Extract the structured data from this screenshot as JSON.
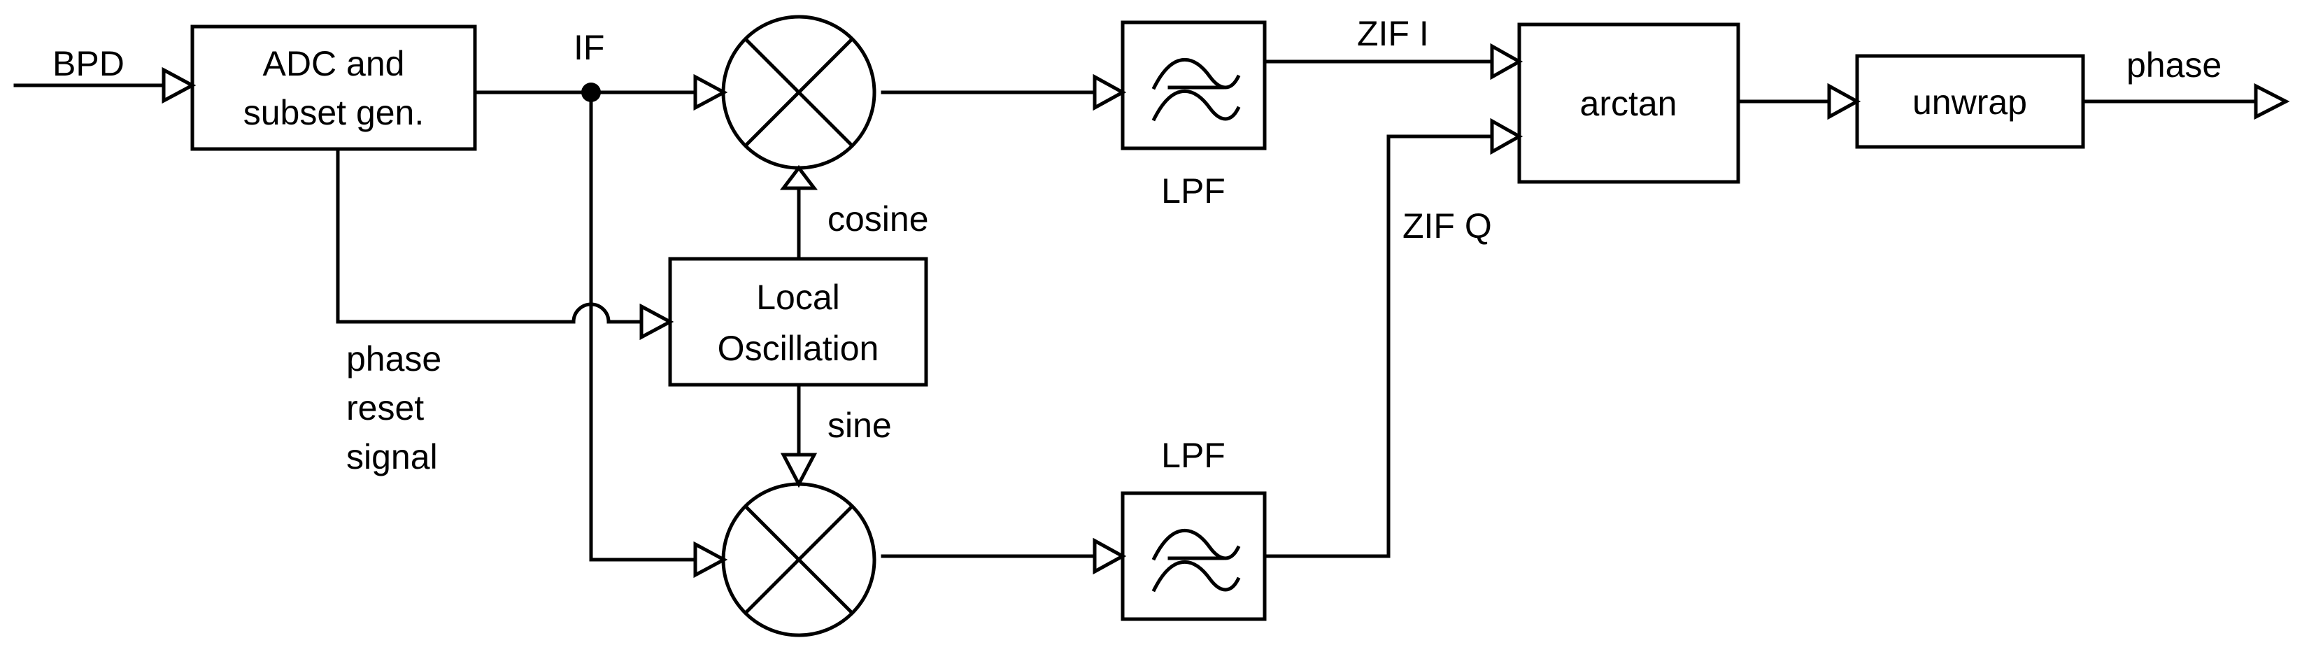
{
  "blocks": {
    "adc_line1": "ADC and",
    "adc_line2": "subset gen.",
    "lo_line1": "Local",
    "lo_line2": "Oscillation",
    "arctan": "arctan",
    "unwrap": "unwrap"
  },
  "labels": {
    "bpd": "BPD",
    "if": "IF",
    "cosine": "cosine",
    "sine": "sine",
    "lpf_top": "LPF",
    "lpf_bottom": "LPF",
    "zif_i": "ZIF I",
    "zif_q": "ZIF Q",
    "phase_out": "phase",
    "reset_line1": "phase",
    "reset_line2": "reset",
    "reset_line3": "signal"
  }
}
